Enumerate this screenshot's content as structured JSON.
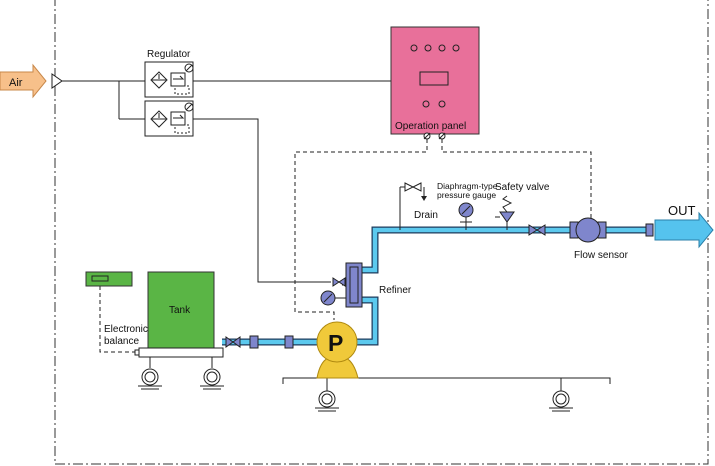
{
  "labels": {
    "air": "Air",
    "regulator": "Regulator",
    "operation_panel": "Operation panel",
    "diaphragm_line1": "Diaphragm-type",
    "diaphragm_line2": "pressure gauge",
    "safety_valve": "Safety valve",
    "drain": "Drain",
    "out": "OUT",
    "flow_sensor": "Flow sensor",
    "refiner": "Refiner",
    "tank": "Tank",
    "balance_line1": "Electronic",
    "balance_line2": "balance",
    "pump": "P"
  },
  "colors": {
    "air_arrow": "#f7c08a",
    "out_arrow": "#55c3ee",
    "operation_panel": "#e8709a",
    "tank": "#5ab545",
    "balance_display": "#5ab545",
    "pump": "#f0c93a",
    "pipe": "#5cc9ee",
    "device": "#7f86cc"
  }
}
